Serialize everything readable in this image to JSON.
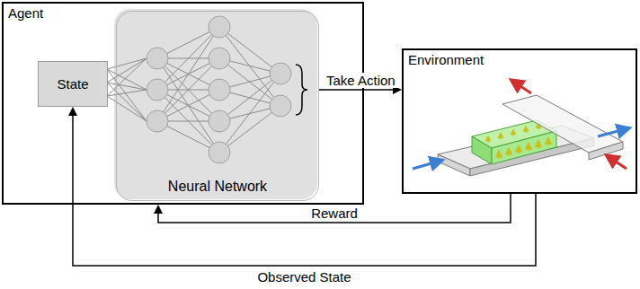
{
  "diagram": {
    "nodes": [
      {
        "text": [
          "Agent"
        ]
      },
      {
        "text": [
          "State"
        ],
        "in": 0
      },
      {
        "text": [
          "Neural Network"
        ],
        "in": 0
      },
      {
        "text": [
          "Environment"
        ]
      }
    ],
    "edges": [
      {
        "from": 2,
        "to": 3,
        "arrow": "to",
        "label": "Take Action"
      },
      {
        "from": 3,
        "to": 0,
        "arrow": "to",
        "label": "Reward"
      },
      {
        "from": 3,
        "to": 1,
        "arrow": "to",
        "label": "Observed State"
      }
    ]
  }
}
